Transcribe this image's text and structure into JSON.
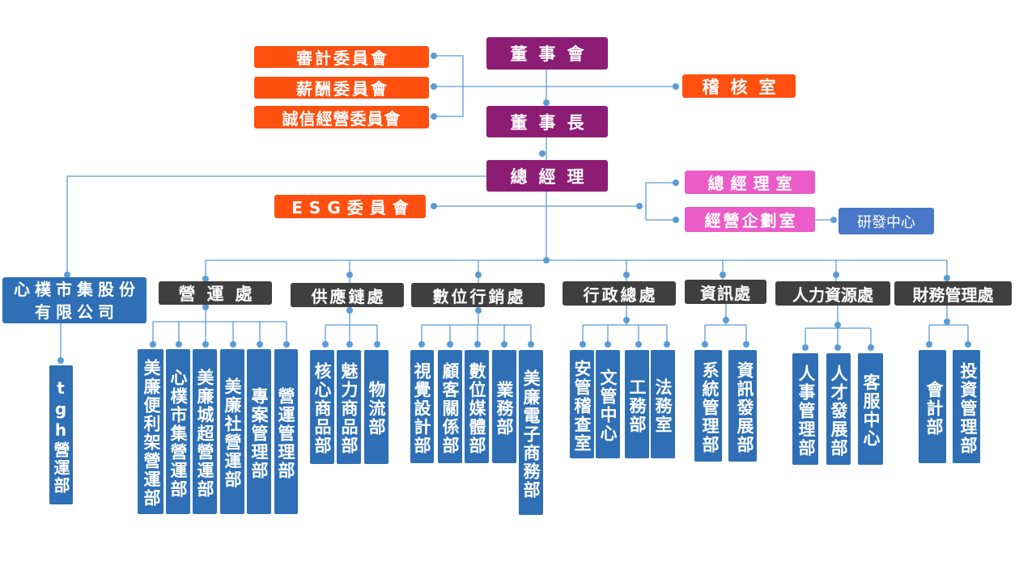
{
  "top": {
    "board": "董事會",
    "chairman": "董事長",
    "gm": "總經理",
    "audit_office": "稽核室"
  },
  "committees": {
    "audit": "審計委員會",
    "remuneration": "薪酬委員會",
    "integrity": "誠信經營委員會",
    "esg": "ESG委員會"
  },
  "gm_staff": {
    "gm_office": "總經理室",
    "planning": "經營企劃室",
    "rnd": "研發中心"
  },
  "subsidiary": {
    "name": "心樸市集股份有限公司",
    "unit": "tgh營運部"
  },
  "divisions": [
    {
      "name": "營運處",
      "units": [
        "美廉便利架營運部",
        "心樸市集營運部",
        "美廉城超營運部",
        "美廉社營運部",
        "專案管理部",
        "營運管理部"
      ]
    },
    {
      "name": "供應鏈處",
      "units": [
        "核心商品部",
        "魅力商品部",
        "物流部"
      ]
    },
    {
      "name": "數位行銷處",
      "units": [
        "視覺設計部",
        "顧客關係部",
        "數位媒體部",
        "業務部",
        "美廉電子商務部"
      ]
    },
    {
      "name": "行政總處",
      "units": [
        "安管稽查室",
        "文管中心",
        "工務部",
        "法務室"
      ]
    },
    {
      "name": "資訊處",
      "units": [
        "系統管理部",
        "資訊發展部"
      ]
    },
    {
      "name": "人力資源處",
      "units": [
        "人事管理部",
        "人才發展部",
        "客服中心"
      ]
    },
    {
      "name": "財務管理處",
      "units": [
        "會計部",
        "投資管理部"
      ]
    }
  ],
  "colors": {
    "board": "#8c1c74",
    "committee": "#ff5010",
    "staff": "#ec5cc8",
    "division": "#3f3f3f",
    "unit": "#2e6fb5",
    "rnd": "#4a78c8",
    "line": "#5b9bd5"
  }
}
